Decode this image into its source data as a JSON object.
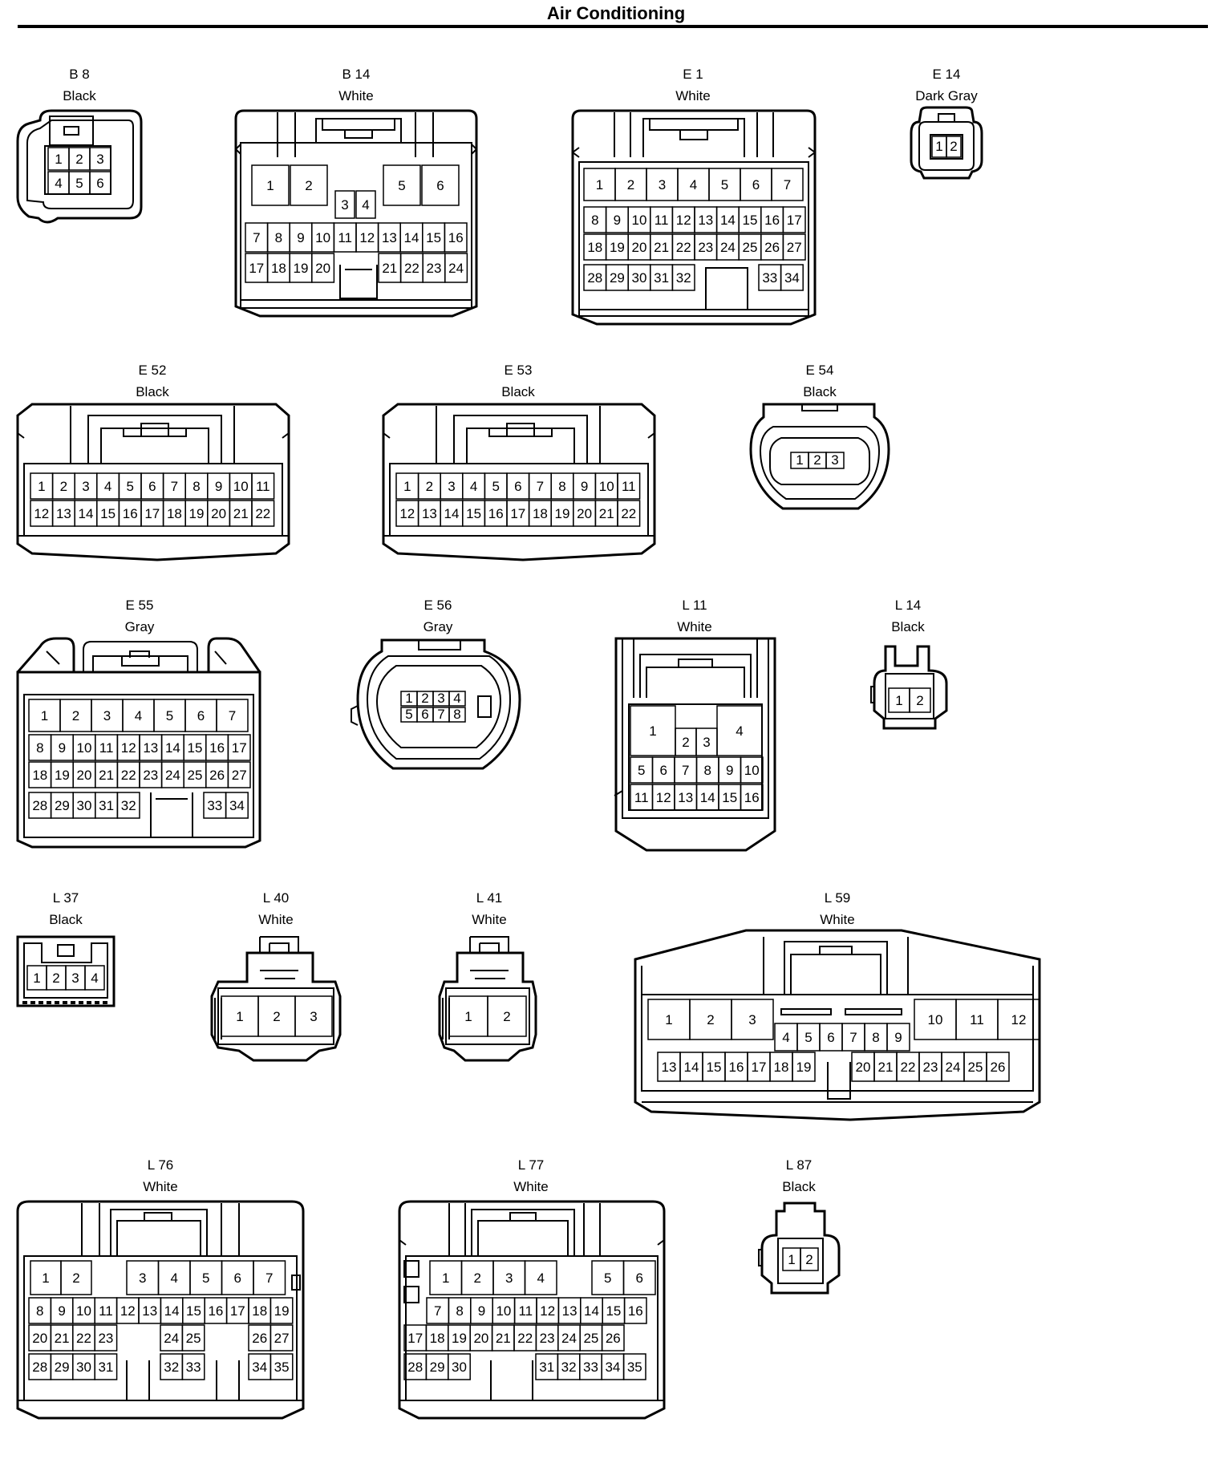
{
  "title": "Air Conditioning",
  "connectors": [
    {
      "id": "B 8",
      "color": "Black"
    },
    {
      "id": "B 14",
      "color": "White"
    },
    {
      "id": "E 1",
      "color": "White"
    },
    {
      "id": "E 14",
      "color": "Dark Gray"
    },
    {
      "id": "E 52",
      "color": "Black"
    },
    {
      "id": "E 53",
      "color": "Black"
    },
    {
      "id": "E 54",
      "color": "Black"
    },
    {
      "id": "E 55",
      "color": "Gray"
    },
    {
      "id": "E 56",
      "color": "Gray"
    },
    {
      "id": "L 11",
      "color": "White"
    },
    {
      "id": "L 14",
      "color": "Black"
    },
    {
      "id": "L 37",
      "color": "Black"
    },
    {
      "id": "L 40",
      "color": "White"
    },
    {
      "id": "L 41",
      "color": "White"
    },
    {
      "id": "L 59",
      "color": "White"
    },
    {
      "id": "L 76",
      "color": "White"
    },
    {
      "id": "L 77",
      "color": "White"
    },
    {
      "id": "L 87",
      "color": "Black"
    }
  ]
}
